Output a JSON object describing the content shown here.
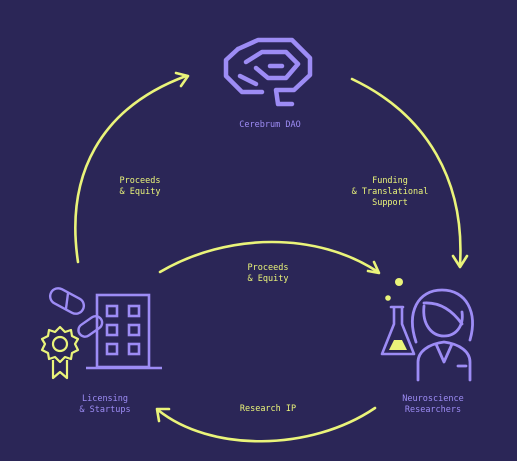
{
  "colors": {
    "background": "#2b2657",
    "accent_yellow": "#eaf47a",
    "accent_purple": "#9d8cf5"
  },
  "nodes": {
    "dao": {
      "label": "Cerebrum DAO",
      "icon": "brain-icon"
    },
    "researchers": {
      "label": "Neuroscience\nResearchers",
      "icon": "researcher-with-flask-icon"
    },
    "licensing": {
      "label": "Licensing\n& Startups",
      "icon": "building-with-pills-and-badge-icon"
    }
  },
  "flows": {
    "dao_to_researchers": {
      "label": "Funding\n& Translational\nSupport"
    },
    "licensing_to_dao": {
      "label": "Proceeds\n& Equity"
    },
    "licensing_to_researchers": {
      "label": "Proceeds\n& Equity"
    },
    "researchers_to_licensing": {
      "label": "Research IP"
    }
  }
}
